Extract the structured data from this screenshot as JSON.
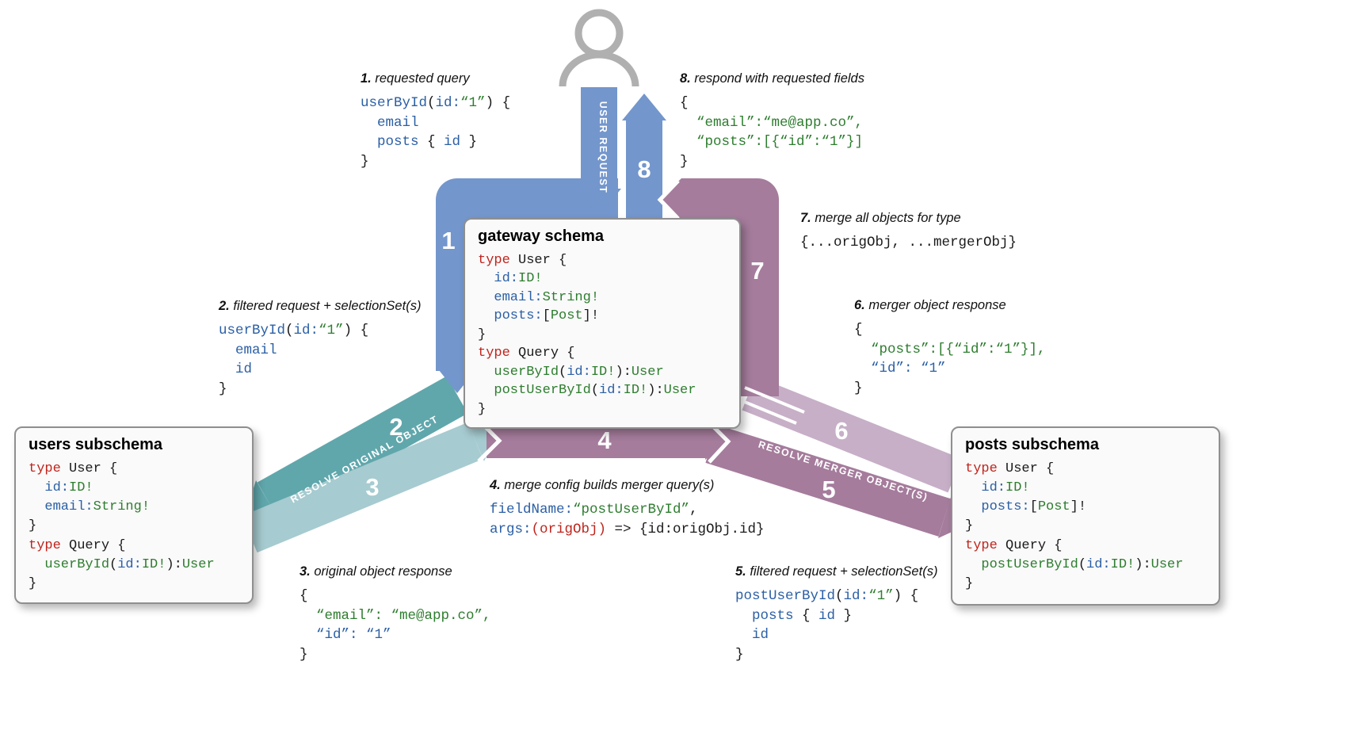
{
  "colors": {
    "blue": "#7396cc",
    "teal": "#60a7ac",
    "teal_light": "#a6cbd0",
    "purple": "#a57c9c",
    "purple_light": "#c7afc7",
    "person_gray": "#b0b0b0"
  },
  "icons": {
    "user": "person-silhouette"
  },
  "arrows": {
    "labels": {
      "user_request": "USER REQUEST",
      "resolve_original": "RESOLVE ORIGINAL OBJECT",
      "resolve_merger": "RESOLVE MERGER OBJECT(S)"
    },
    "numbers": {
      "n1": "1",
      "n2": "2",
      "n3": "3",
      "n4": "4",
      "n5": "5",
      "n6": "6",
      "n7": "7",
      "n8": "8"
    }
  },
  "boxes": {
    "gateway": {
      "title": "gateway schema",
      "code": [
        [
          [
            "r",
            "type "
          ],
          [
            "k",
            "User {"
          ]
        ],
        [
          [
            "b",
            "  id:"
          ],
          [
            "g",
            "ID!"
          ]
        ],
        [
          [
            "b",
            "  email:"
          ],
          [
            "g",
            "String!"
          ]
        ],
        [
          [
            "b",
            "  posts:"
          ],
          [
            "k",
            "["
          ],
          [
            "g",
            "Post"
          ],
          [
            "k",
            "]!"
          ]
        ],
        [
          [
            "k",
            "}"
          ]
        ],
        [
          [
            "r",
            "type "
          ],
          [
            "k",
            "Query {"
          ]
        ],
        [
          [
            "g",
            "  userById"
          ],
          [
            "k",
            "("
          ],
          [
            "b",
            "id:"
          ],
          [
            "g",
            "ID!"
          ],
          [
            "k",
            "):"
          ],
          [
            "g",
            "User"
          ]
        ],
        [
          [
            "g",
            "  postUserById"
          ],
          [
            "k",
            "("
          ],
          [
            "b",
            "id:"
          ],
          [
            "g",
            "ID!"
          ],
          [
            "k",
            "):"
          ],
          [
            "g",
            "User"
          ]
        ],
        [
          [
            "k",
            "}"
          ]
        ]
      ]
    },
    "users": {
      "title": "users subschema",
      "code": [
        [
          [
            "r",
            "type "
          ],
          [
            "k",
            "User {"
          ]
        ],
        [
          [
            "b",
            "  id:"
          ],
          [
            "g",
            "ID!"
          ]
        ],
        [
          [
            "b",
            "  email:"
          ],
          [
            "g",
            "String!"
          ]
        ],
        [
          [
            "k",
            "}"
          ]
        ],
        [
          [
            "r",
            "type "
          ],
          [
            "k",
            "Query {"
          ]
        ],
        [
          [
            "g",
            "  userById"
          ],
          [
            "k",
            "("
          ],
          [
            "b",
            "id:"
          ],
          [
            "g",
            "ID!"
          ],
          [
            "k",
            "):"
          ],
          [
            "g",
            "User"
          ]
        ],
        [
          [
            "k",
            "}"
          ]
        ]
      ]
    },
    "posts": {
      "title": "posts subschema",
      "code": [
        [
          [
            "r",
            "type "
          ],
          [
            "k",
            "User {"
          ]
        ],
        [
          [
            "b",
            "  id:"
          ],
          [
            "g",
            "ID!"
          ]
        ],
        [
          [
            "b",
            "  posts:"
          ],
          [
            "k",
            "["
          ],
          [
            "g",
            "Post"
          ],
          [
            "k",
            "]!"
          ]
        ],
        [
          [
            "k",
            "}"
          ]
        ],
        [
          [
            "r",
            "type "
          ],
          [
            "k",
            "Query {"
          ]
        ],
        [
          [
            "g",
            "  postUserById"
          ],
          [
            "k",
            "("
          ],
          [
            "b",
            "id:"
          ],
          [
            "g",
            "ID!"
          ],
          [
            "k",
            "):"
          ],
          [
            "g",
            "User"
          ]
        ],
        [
          [
            "k",
            "}"
          ]
        ]
      ]
    }
  },
  "steps": {
    "s1": {
      "num": "1.",
      "label": "requested query",
      "code": [
        [
          [
            "b",
            "userById"
          ],
          [
            "k",
            "("
          ],
          [
            "b",
            "id:"
          ],
          [
            "g",
            "“1”"
          ],
          [
            "k",
            ") {"
          ]
        ],
        [
          [
            "b",
            "  email"
          ]
        ],
        [
          [
            "b",
            "  posts"
          ],
          [
            "k",
            " { "
          ],
          [
            "b",
            "id"
          ],
          [
            "k",
            " }"
          ]
        ],
        [
          [
            "k",
            "}"
          ]
        ]
      ]
    },
    "s2": {
      "num": "2.",
      "label": "filtered request + selectionSet(s)",
      "code": [
        [
          [
            "b",
            "userById"
          ],
          [
            "k",
            "("
          ],
          [
            "b",
            "id:"
          ],
          [
            "g",
            "“1”"
          ],
          [
            "k",
            ") {"
          ]
        ],
        [
          [
            "b",
            "  email"
          ]
        ],
        [
          [
            "b",
            "  id"
          ]
        ],
        [
          [
            "k",
            "}"
          ]
        ]
      ]
    },
    "s3": {
      "num": "3.",
      "label": "original object response",
      "code": [
        [
          [
            "k",
            "{"
          ]
        ],
        [
          [
            "g",
            "  “email”: “me@app.co”,"
          ]
        ],
        [
          [
            "b",
            "  “id”: “1”"
          ]
        ],
        [
          [
            "k",
            "}"
          ]
        ]
      ]
    },
    "s4": {
      "num": "4.",
      "label": "merge config builds merger query(s)",
      "code": [
        [
          [
            "b",
            "fieldName:"
          ],
          [
            "g",
            "“postUserById”"
          ],
          [
            "k",
            ","
          ]
        ],
        [
          [
            "b",
            "args:"
          ],
          [
            "r",
            "(origObj)"
          ],
          [
            "k",
            " => {id:origObj.id}"
          ]
        ]
      ]
    },
    "s5": {
      "num": "5.",
      "label": "filtered request + selectionSet(s)",
      "code": [
        [
          [
            "b",
            "postUserById"
          ],
          [
            "k",
            "("
          ],
          [
            "b",
            "id:"
          ],
          [
            "g",
            "“1”"
          ],
          [
            "k",
            ") {"
          ]
        ],
        [
          [
            "b",
            "  posts"
          ],
          [
            "k",
            " { "
          ],
          [
            "b",
            "id"
          ],
          [
            "k",
            " }"
          ]
        ],
        [
          [
            "b",
            "  id"
          ]
        ],
        [
          [
            "k",
            "}"
          ]
        ]
      ]
    },
    "s6": {
      "num": "6.",
      "label": "merger object response",
      "code": [
        [
          [
            "k",
            "{"
          ]
        ],
        [
          [
            "g",
            "  “posts”:[{“id”:“1”}],"
          ]
        ],
        [
          [
            "b",
            "  “id”: “1”"
          ]
        ],
        [
          [
            "k",
            "}"
          ]
        ]
      ]
    },
    "s7": {
      "num": "7.",
      "label": "merge all objects for type",
      "code": [
        [
          [
            "k",
            "{...origObj, ...mergerObj}"
          ]
        ]
      ]
    },
    "s8": {
      "num": "8.",
      "label": "respond with requested fields",
      "code": [
        [
          [
            "k",
            "{"
          ]
        ],
        [
          [
            "g",
            "  “email”:“me@app.co”,"
          ]
        ],
        [
          [
            "g",
            "  “posts”:[{“id”:“1”}]"
          ]
        ],
        [
          [
            "k",
            "}"
          ]
        ]
      ]
    }
  }
}
